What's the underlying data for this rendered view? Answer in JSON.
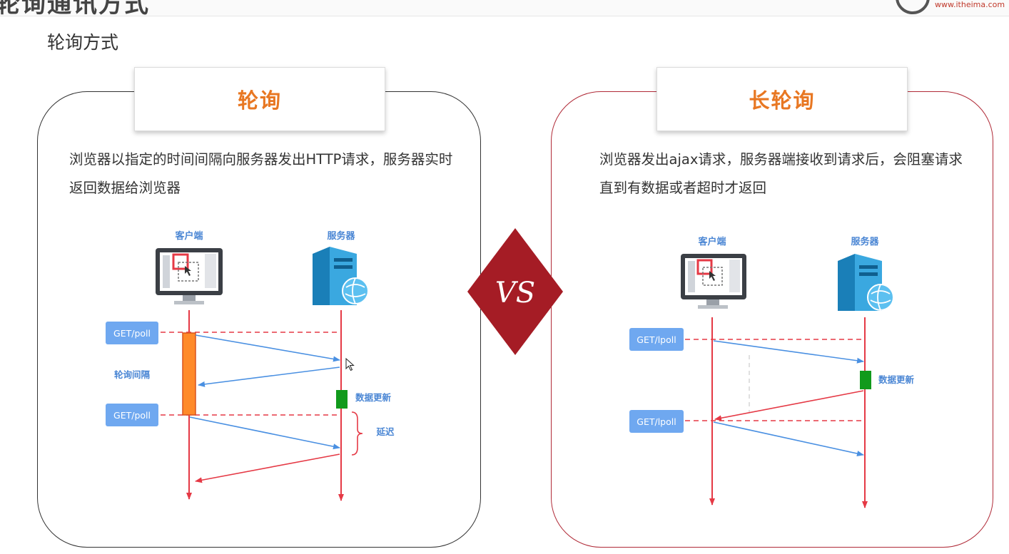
{
  "header": {
    "title": "轮询通讯方式",
    "logo_text": "www.itheima.com"
  },
  "section_title": "轮询方式",
  "vs_label": "VS",
  "left_panel": {
    "title": "轮询",
    "description": "浏览器以指定的时间间隔向服务器发出HTTP请求，服务器实时返回数据给浏览器",
    "diagram": {
      "client_label": "客户端",
      "server_label": "服务器",
      "request_labels": [
        "GET/poll",
        "GET/poll"
      ],
      "interval_label": "轮询间隔",
      "update_label": "数据更新",
      "delay_label": "延迟"
    }
  },
  "right_panel": {
    "title": "长轮询",
    "description": "浏览器发出ajax请求，服务器端接收到请求后，会阻塞请求直到有数据或者超时才返回",
    "diagram": {
      "client_label": "客户端",
      "server_label": "服务器",
      "request_labels": [
        "GET/lpoll",
        "GET/lpoll"
      ],
      "update_label": "数据更新"
    }
  },
  "colors": {
    "accent": "#e87722",
    "red": "#e53945",
    "blue": "#4a90e2",
    "green": "#119a1c",
    "border_red": "#b02a37",
    "badge_bg": "#6fa8f0"
  }
}
